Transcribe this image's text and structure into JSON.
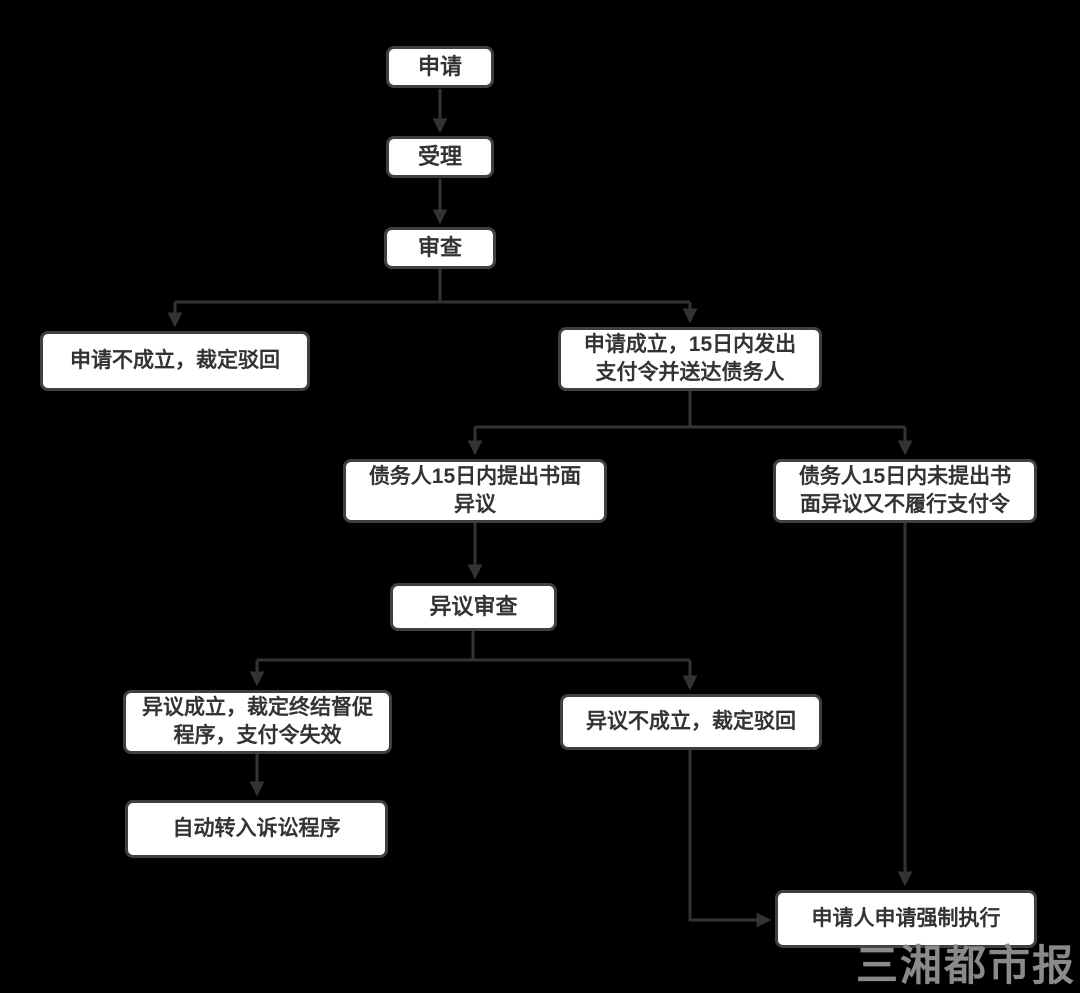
{
  "diagram": {
    "nodes": {
      "apply": {
        "label": "申请"
      },
      "accept": {
        "label": "受理"
      },
      "review": {
        "label": "审查"
      },
      "rejected": {
        "label": "申请不成立，裁定驳回"
      },
      "established": {
        "label": "申请成立，15日内发出\n支付令并送达债务人"
      },
      "objection_raised": {
        "label": "债务人15日内提出书面\n异议"
      },
      "no_objection": {
        "label": "债务人15日内未提出书\n面异议又不履行支付令"
      },
      "objection_review": {
        "label": "异议审查"
      },
      "objection_upheld": {
        "label": "异议成立，裁定终结督促\n程序，支付令失效"
      },
      "objection_rejected": {
        "label": "异议不成立，裁定驳回"
      },
      "litigation": {
        "label": "自动转入诉讼程序"
      },
      "enforcement": {
        "label": "申请人申请强制执行"
      }
    },
    "edges": [
      {
        "from": "apply",
        "to": "accept"
      },
      {
        "from": "accept",
        "to": "review"
      },
      {
        "from": "review",
        "to": "rejected"
      },
      {
        "from": "review",
        "to": "established"
      },
      {
        "from": "established",
        "to": "objection_raised"
      },
      {
        "from": "established",
        "to": "no_objection"
      },
      {
        "from": "objection_raised",
        "to": "objection_review"
      },
      {
        "from": "objection_review",
        "to": "objection_upheld"
      },
      {
        "from": "objection_review",
        "to": "objection_rejected"
      },
      {
        "from": "objection_upheld",
        "to": "litigation"
      },
      {
        "from": "objection_rejected",
        "to": "enforcement"
      },
      {
        "from": "no_objection",
        "to": "enforcement"
      }
    ]
  },
  "watermark": {
    "text": "三湘都市报"
  },
  "colors": {
    "background": "#000000",
    "node_fill": "#ffffff",
    "node_border": "#404040",
    "node_text": "#333333",
    "connector": "#333333",
    "watermark_color": "#8a8a8a"
  }
}
